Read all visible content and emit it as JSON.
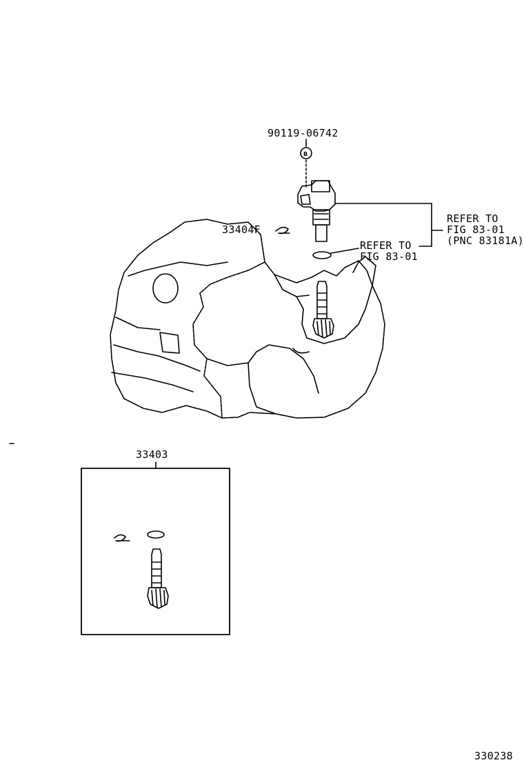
{
  "part_numbers": {
    "bolt": "90119-06742",
    "snap_ring": "33404F",
    "drive_gear_kit": "33403"
  },
  "bolt_marker": "B",
  "refer_sensor": {
    "line1": "REFER TO",
    "line2": "FIG 83-01",
    "line3": "(PNC 83181A)"
  },
  "refer_oring": {
    "line1": "REFER TO",
    "line2": "FIG 83-01"
  },
  "figure_number": "330238"
}
